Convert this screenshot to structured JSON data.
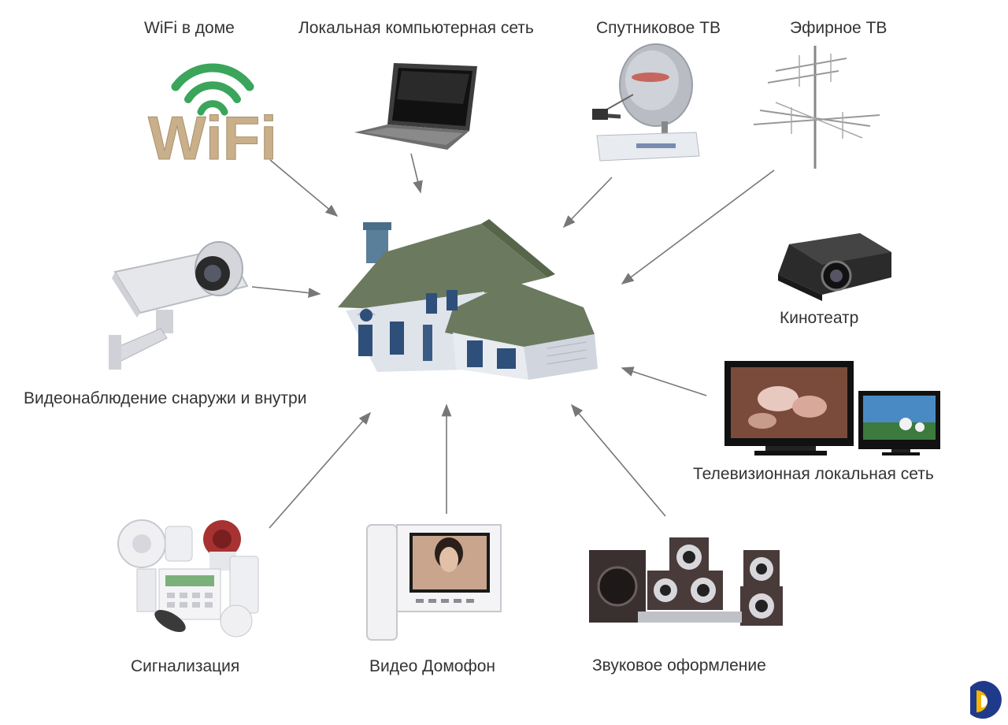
{
  "labels": {
    "wifi": "WiFi в доме",
    "lan": "Локальная компьютерная сеть",
    "sat": "Спутниковое ТВ",
    "air": "Эфирное ТВ",
    "cinema": "Кинотеатр",
    "cctv": "Видеонаблюдение снаружи и внутри",
    "tvlan": "Телевизионная локальная сеть",
    "alarm": "Сигнализация",
    "intercom": "Видео Домофон",
    "sound": "Звуковое оформление"
  },
  "wifi_logo": "WiFi",
  "colors": {
    "arrow": "#777777",
    "wifi_arc": "#3aa55b",
    "wifi_text": "#c9b08a",
    "roof": "#6b7a5e",
    "wall": "#dfe3ea",
    "window": "#2e4f7a",
    "logo_yellow": "#f5b400",
    "logo_blue": "#1f3a8a"
  },
  "icons": [
    "wifi-icon",
    "laptop-icon",
    "satellite-dish-icon",
    "antenna-icon",
    "projector-icon",
    "house-icon",
    "security-camera-icon",
    "tv-icon",
    "alarm-sensors-icon",
    "intercom-icon",
    "speakers-icon",
    "brand-logo-icon"
  ]
}
